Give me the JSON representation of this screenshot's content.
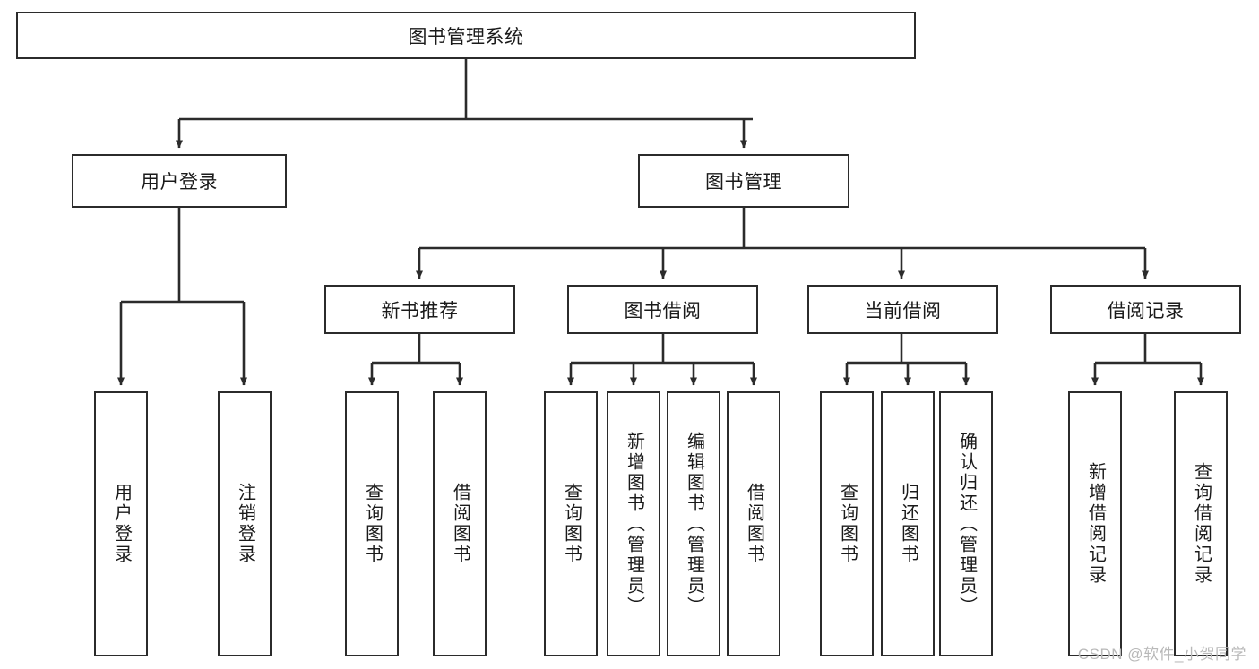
{
  "diagram": {
    "title_node": {
      "label": "图书管理系统"
    },
    "level2": [
      {
        "key": "user-login",
        "label": "用户登录"
      },
      {
        "key": "book-management",
        "label": "图书管理"
      }
    ],
    "level3": [
      {
        "key": "new-book-recommend",
        "label": "新书推荐"
      },
      {
        "key": "book-borrow",
        "label": "图书借阅"
      },
      {
        "key": "current-borrow",
        "label": "当前借阅"
      },
      {
        "key": "borrow-record",
        "label": "借阅记录"
      }
    ],
    "leaves": [
      {
        "key": "leaf-user-login",
        "label": "用户登录"
      },
      {
        "key": "leaf-logout",
        "label": "注销登录"
      },
      {
        "key": "leaf-query-book-1",
        "label": "查询图书"
      },
      {
        "key": "leaf-borrow-book-1",
        "label": "借阅图书"
      },
      {
        "key": "leaf-query-book-2",
        "label": "查询图书"
      },
      {
        "key": "leaf-add-book",
        "label": "新增图书（管理员）"
      },
      {
        "key": "leaf-edit-book",
        "label": "编辑图书（管理员）"
      },
      {
        "key": "leaf-borrow-book-2",
        "label": "借阅图书"
      },
      {
        "key": "leaf-query-book-3",
        "label": "查询图书"
      },
      {
        "key": "leaf-return-book",
        "label": "归还图书"
      },
      {
        "key": "leaf-confirm-return",
        "label": "确认归还（管理员）"
      },
      {
        "key": "leaf-add-record",
        "label": "新增借阅记录"
      },
      {
        "key": "leaf-query-record",
        "label": "查询借阅记录"
      }
    ]
  },
  "watermark": {
    "text": "CSDN @软件_小贺同学"
  },
  "colors": {
    "stroke": "#2b2b2b",
    "background": "#ffffff",
    "text": "#1a1a1a",
    "watermark": "#b8b8b8"
  }
}
